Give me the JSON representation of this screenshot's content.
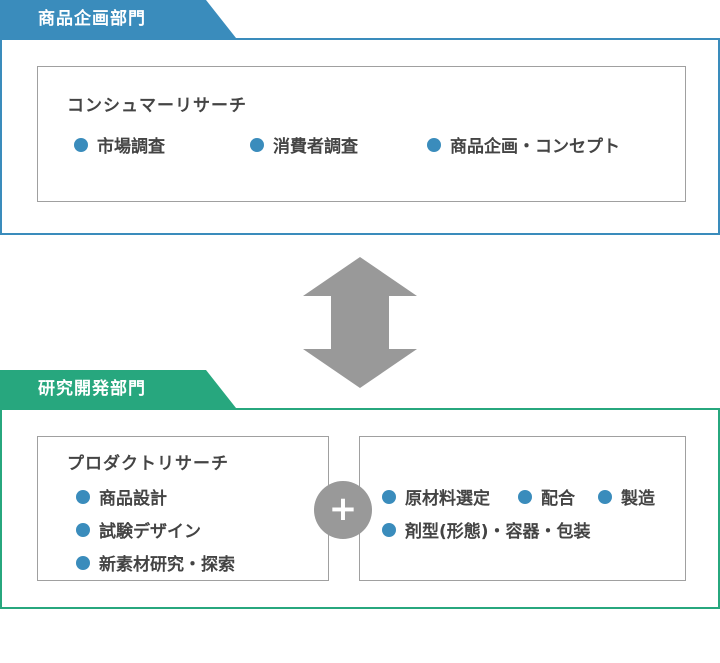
{
  "top_department": {
    "title": "商品企画部門",
    "panel": {
      "title": "コンシュマーリサーチ",
      "items": [
        "市場調査",
        "消費者調査",
        "商品企画・コンセプト"
      ]
    }
  },
  "bottom_department": {
    "title": "研究開発部門",
    "left_panel": {
      "title": "プロダクトリサーチ",
      "items": [
        "商品設計",
        "試験デザイン",
        "新素材研究・探索"
      ]
    },
    "plus_symbol": "+",
    "right_panel": {
      "items": [
        "原材料選定",
        "配合",
        "製造",
        "剤型(形態)・容器・包装"
      ]
    }
  },
  "colors": {
    "blue": "#3a8cbc",
    "green": "#27a77e",
    "gray": "#999999"
  }
}
